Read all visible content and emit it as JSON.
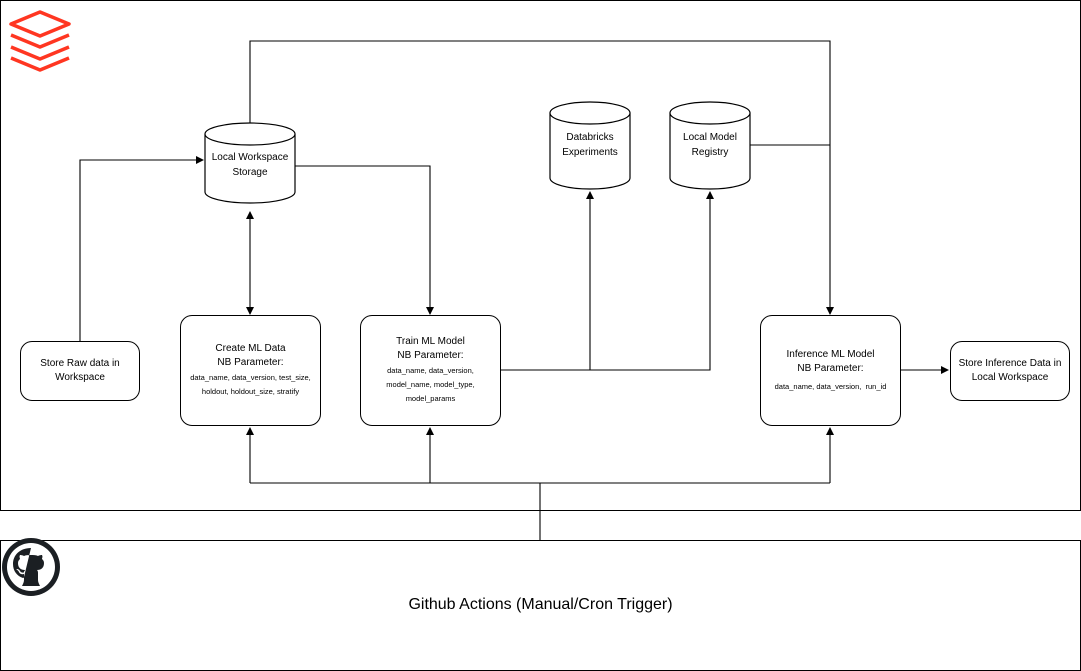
{
  "nodes": {
    "storage": {
      "label_1": "Local Workspace",
      "label_2": "Storage"
    },
    "experiments": {
      "label_1": "Databricks",
      "label_2": "Experiments"
    },
    "registry": {
      "label_1": "Local Model",
      "label_2": "Registry"
    },
    "raw": {
      "label": "Store Raw data in Workspace"
    },
    "create": {
      "title_1": "Create ML Data",
      "title_2": "NB Parameter:",
      "params": "data_name, data_version, test_size, holdout, holdout_size, stratify"
    },
    "train": {
      "title_1": "Train ML Model",
      "title_2": "NB Parameter:",
      "params": "data_name, data_version, model_name, model_type, model_params"
    },
    "inference": {
      "title_1": "Inference ML Model",
      "title_2": "NB Parameter:",
      "params": "data_name, data_version,  run_id"
    },
    "store_inference": {
      "label": "Store Inference Data in Local Workspace"
    }
  },
  "github": {
    "label": "Github Actions (Manual/Cron Trigger)"
  },
  "icons": {
    "top_left": "databricks-logo-icon",
    "bottom_left": "github-logo-icon"
  },
  "colors": {
    "databricks": "#FF3621",
    "github": "#1B1F23",
    "stroke": "#000000"
  }
}
